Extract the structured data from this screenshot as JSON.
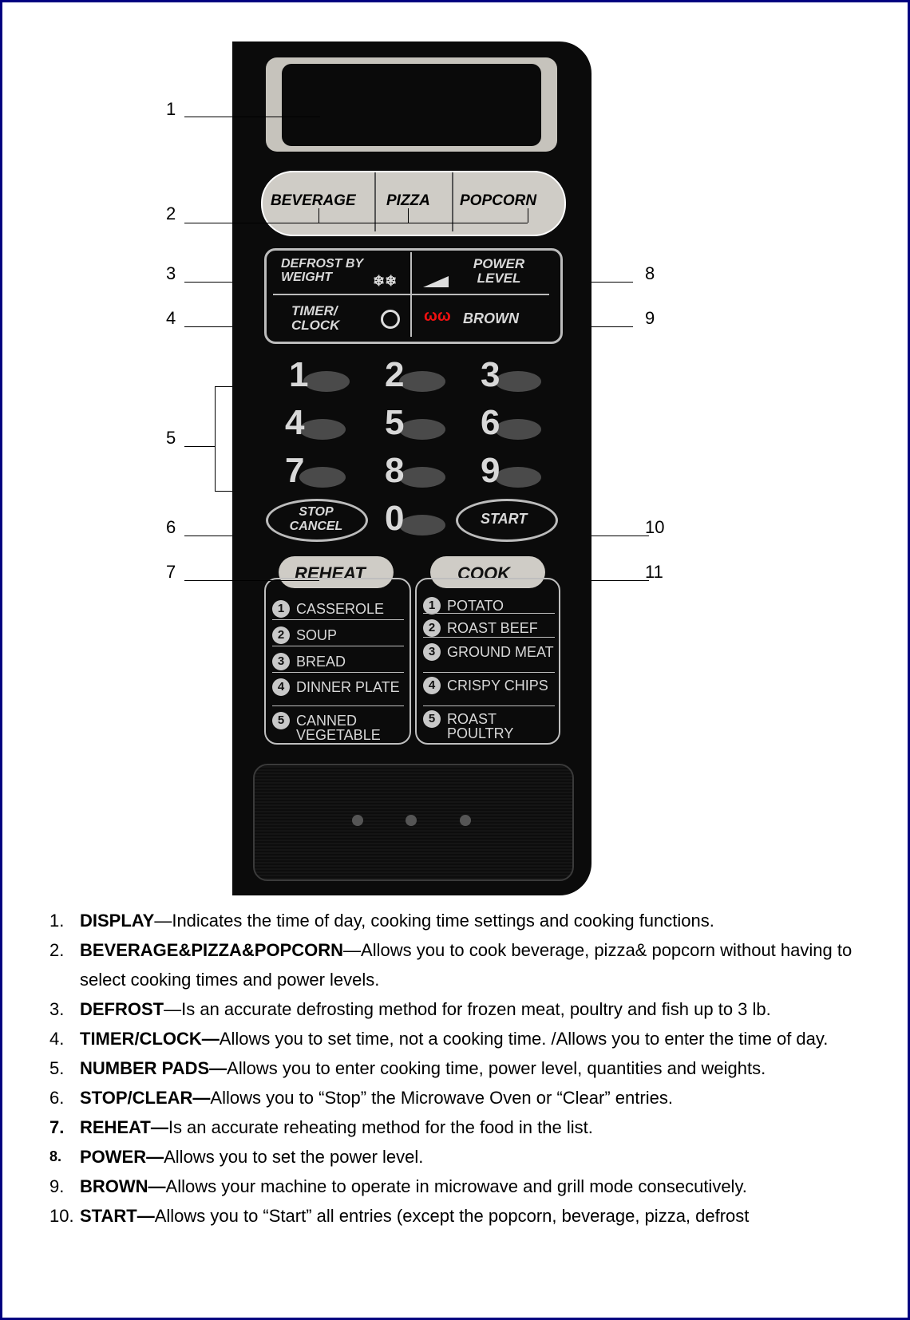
{
  "panel": {
    "presets": [
      "BEVERAGE",
      "PIZZA",
      "POPCORN"
    ],
    "defrost": "DEFROST BY WEIGHT",
    "power_level": "POWER LEVEL",
    "timer_clock": "TIMER/ CLOCK",
    "brown": "BROWN",
    "digits": [
      "1",
      "2",
      "3",
      "4",
      "5",
      "6",
      "7",
      "8",
      "9",
      "0"
    ],
    "stop_cancel": "STOP CANCEL",
    "start": "START",
    "reheat": {
      "label": "REHEAT",
      "items": [
        "CASSEROLE",
        "SOUP",
        "BREAD",
        "DINNER PLATE",
        "CANNED VEGETABLE"
      ]
    },
    "cook": {
      "label": "COOK",
      "items": [
        "POTATO",
        "ROAST  BEEF",
        "GROUND MEAT",
        "CRISPY CHIPS",
        "ROAST POULTRY"
      ]
    },
    "badge_numbers": [
      "1",
      "2",
      "3",
      "4",
      "5"
    ]
  },
  "callouts": [
    "1",
    "2",
    "3",
    "4",
    "5",
    "6",
    "7",
    "8",
    "9",
    "10",
    "11"
  ],
  "descriptions": [
    {
      "num": "1.",
      "term": "DISPLAY",
      "text": "—Indicates the time of day, cooking time settings and cooking functions."
    },
    {
      "num": "2.",
      "term": "BEVERAGE&PIZZA&POPCORN",
      "text": "—Allows you to cook beverage, pizza& popcorn without having to select cooking times and power levels."
    },
    {
      "num": "3.",
      "term": "DEFROST",
      "text": "—Is an accurate defrosting method for frozen meat, poultry and fish up to 3 lb."
    },
    {
      "num": "4.",
      "term": "TIMER/CLOCK—",
      "text": "Allows you to set time, not a cooking time. /Allows you to enter the time of day."
    },
    {
      "num": "5.",
      "term": "NUMBER PADS—",
      "text": "Allows you to enter cooking time, power level, quantities and weights."
    },
    {
      "num": "6.",
      "term": "STOP/CLEAR—",
      "text": "Allows you to “Stop” the Microwave Oven or “Clear” entries."
    },
    {
      "num": "7.",
      "term": "REHEAT—",
      "text": "Is an accurate reheating method for the food in the list."
    },
    {
      "num": "8.",
      "term": "POWER—",
      "text": "Allows you to set the power level."
    },
    {
      "num": "9.",
      "term": "BROWN—",
      "text": "Allows your machine to operate in microwave and grill mode consecutively."
    },
    {
      "num": "10.",
      "term": "START—",
      "text": "Allows you to “Start” all entries (except the popcorn, beverage, pizza, defrost"
    }
  ]
}
